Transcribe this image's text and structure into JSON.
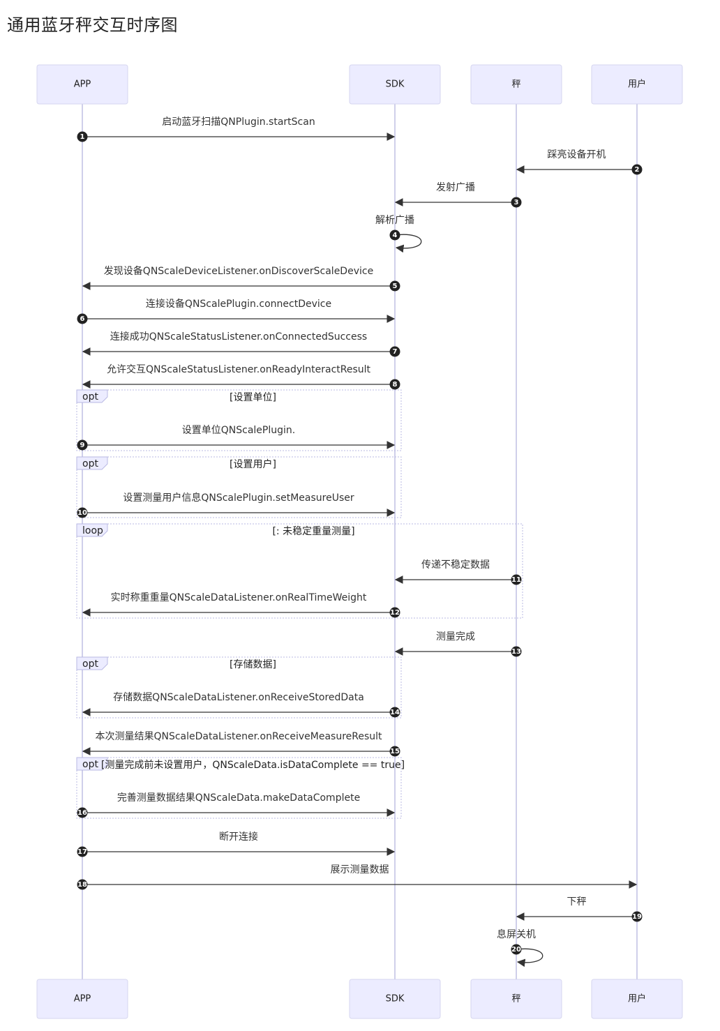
{
  "title": "通用蓝牙秤交互时序图",
  "participants": [
    {
      "id": "app",
      "label": "APP"
    },
    {
      "id": "sdk",
      "label": "SDK"
    },
    {
      "id": "scale",
      "label": "秤"
    },
    {
      "id": "user",
      "label": "用户"
    }
  ],
  "fragments": [
    {
      "id": "f1",
      "kind": "opt",
      "condition": "[设置单位]",
      "from": "app",
      "to": "sdk",
      "first": 9,
      "last": 9
    },
    {
      "id": "f2",
      "kind": "opt",
      "condition": "[设置用户]",
      "from": "app",
      "to": "sdk",
      "first": 10,
      "last": 10
    },
    {
      "id": "f3",
      "kind": "loop",
      "condition": "[: 未稳定重量测量]",
      "from": "app",
      "to": "scale",
      "first": 11,
      "last": 12
    },
    {
      "id": "f4",
      "kind": "opt",
      "condition": "[存储数据]",
      "from": "app",
      "to": "sdk",
      "first": 14,
      "last": 14
    },
    {
      "id": "f5",
      "kind": "opt",
      "condition": "[测量完成前未设置用户，QNScaleData.isDataComplete == true]",
      "from": "app",
      "to": "sdk",
      "first": 16,
      "last": 16
    }
  ],
  "messages": [
    {
      "n": 1,
      "from": "app",
      "to": "sdk",
      "text": "启动蓝牙扫描QNPlugin.startScan"
    },
    {
      "n": 2,
      "from": "user",
      "to": "scale",
      "text": "踩亮设备开机"
    },
    {
      "n": 3,
      "from": "scale",
      "to": "sdk",
      "text": "发射广播"
    },
    {
      "n": 4,
      "from": "sdk",
      "to": "sdk",
      "text": "解析广播"
    },
    {
      "n": 5,
      "from": "sdk",
      "to": "app",
      "text": "发现设备QNScaleDeviceListener.onDiscoverScaleDevice"
    },
    {
      "n": 6,
      "from": "app",
      "to": "sdk",
      "text": "连接设备QNScalePlugin.connectDevice"
    },
    {
      "n": 7,
      "from": "sdk",
      "to": "app",
      "text": "连接成功QNScaleStatusListener.onConnectedSuccess"
    },
    {
      "n": 8,
      "from": "sdk",
      "to": "app",
      "text": "允许交互QNScaleStatusListener.onReadyInteractResult"
    },
    {
      "n": 9,
      "from": "app",
      "to": "sdk",
      "text": "设置单位QNScalePlugin."
    },
    {
      "n": 10,
      "from": "app",
      "to": "sdk",
      "text": "设置测量用户信息QNScalePlugin.setMeasureUser"
    },
    {
      "n": 11,
      "from": "scale",
      "to": "sdk",
      "text": "传递不稳定数据"
    },
    {
      "n": 12,
      "from": "sdk",
      "to": "app",
      "text": "实时称重重量QNScaleDataListener.onRealTimeWeight"
    },
    {
      "n": 13,
      "from": "scale",
      "to": "sdk",
      "text": "测量完成"
    },
    {
      "n": 14,
      "from": "sdk",
      "to": "app",
      "text": "存储数据QNScaleDataListener.onReceiveStoredData"
    },
    {
      "n": 15,
      "from": "sdk",
      "to": "app",
      "text": "本次测量结果QNScaleDataListener.onReceiveMeasureResult"
    },
    {
      "n": 16,
      "from": "app",
      "to": "sdk",
      "text": "完善测量数据结果QNScaleData.makeDataComplete"
    },
    {
      "n": 17,
      "from": "app",
      "to": "sdk",
      "text": "断开连接"
    },
    {
      "n": 18,
      "from": "app",
      "to": "user",
      "text": "展示测量数据"
    },
    {
      "n": 19,
      "from": "user",
      "to": "scale",
      "text": "下秤"
    },
    {
      "n": 20,
      "from": "scale",
      "to": "scale",
      "text": "息屏关机"
    }
  ]
}
